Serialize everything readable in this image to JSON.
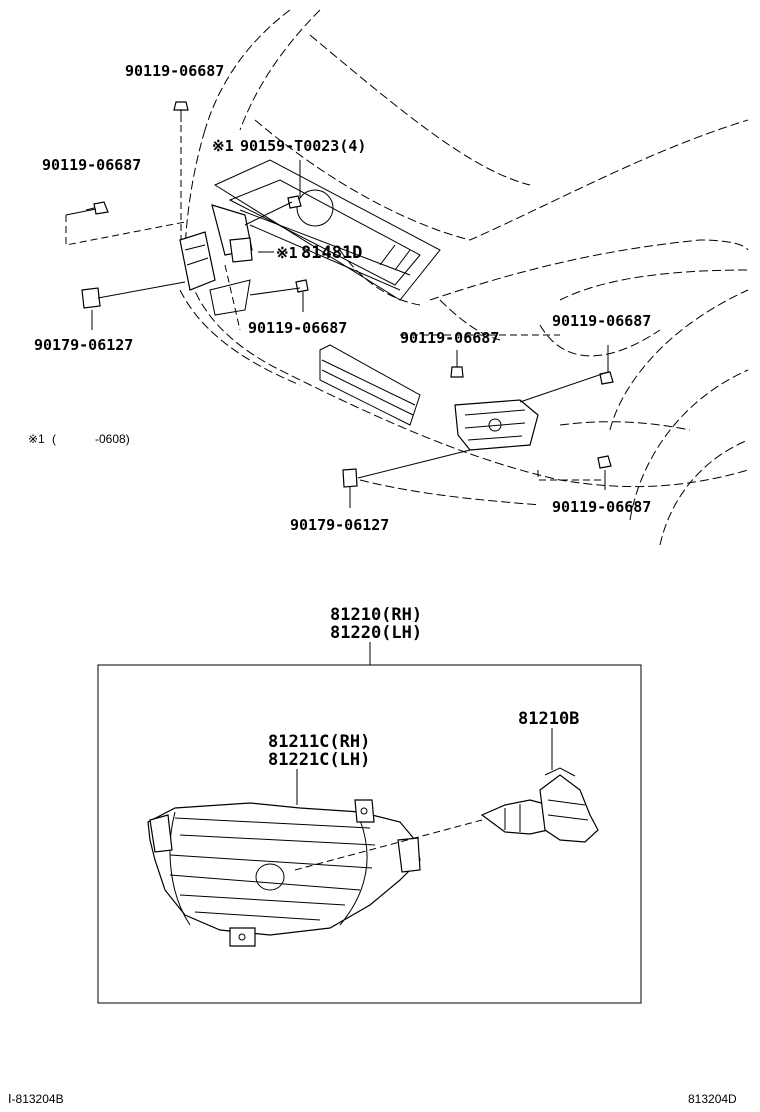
{
  "callouts": {
    "bolt_top": "90119-06687",
    "bolt_left": "90119-06687",
    "screw_ref": "90159-T0023(4)",
    "screw_ref_mark": "※1",
    "bracket": "81481D",
    "bracket_mark": "※1",
    "clip_left": "90179-06127",
    "bolt_mid": "90119-06687",
    "bolt_center": "90119-06687",
    "bolt_right_top": "90119-06687",
    "bolt_right_bottom": "90119-06687",
    "clip_bottom": "90179-06127"
  },
  "footnote": {
    "mark": "※1",
    "open": "(",
    "date": "-0608)"
  },
  "assembly": {
    "rh": "81210(RH)",
    "lh": "81220(LH)"
  },
  "lamp_unit": {
    "rh": "81211C(RH)",
    "lh": "81221C(LH)"
  },
  "bulb": "81210B",
  "footer": {
    "left": "Ⅰ-813204B",
    "right": "813204D"
  }
}
